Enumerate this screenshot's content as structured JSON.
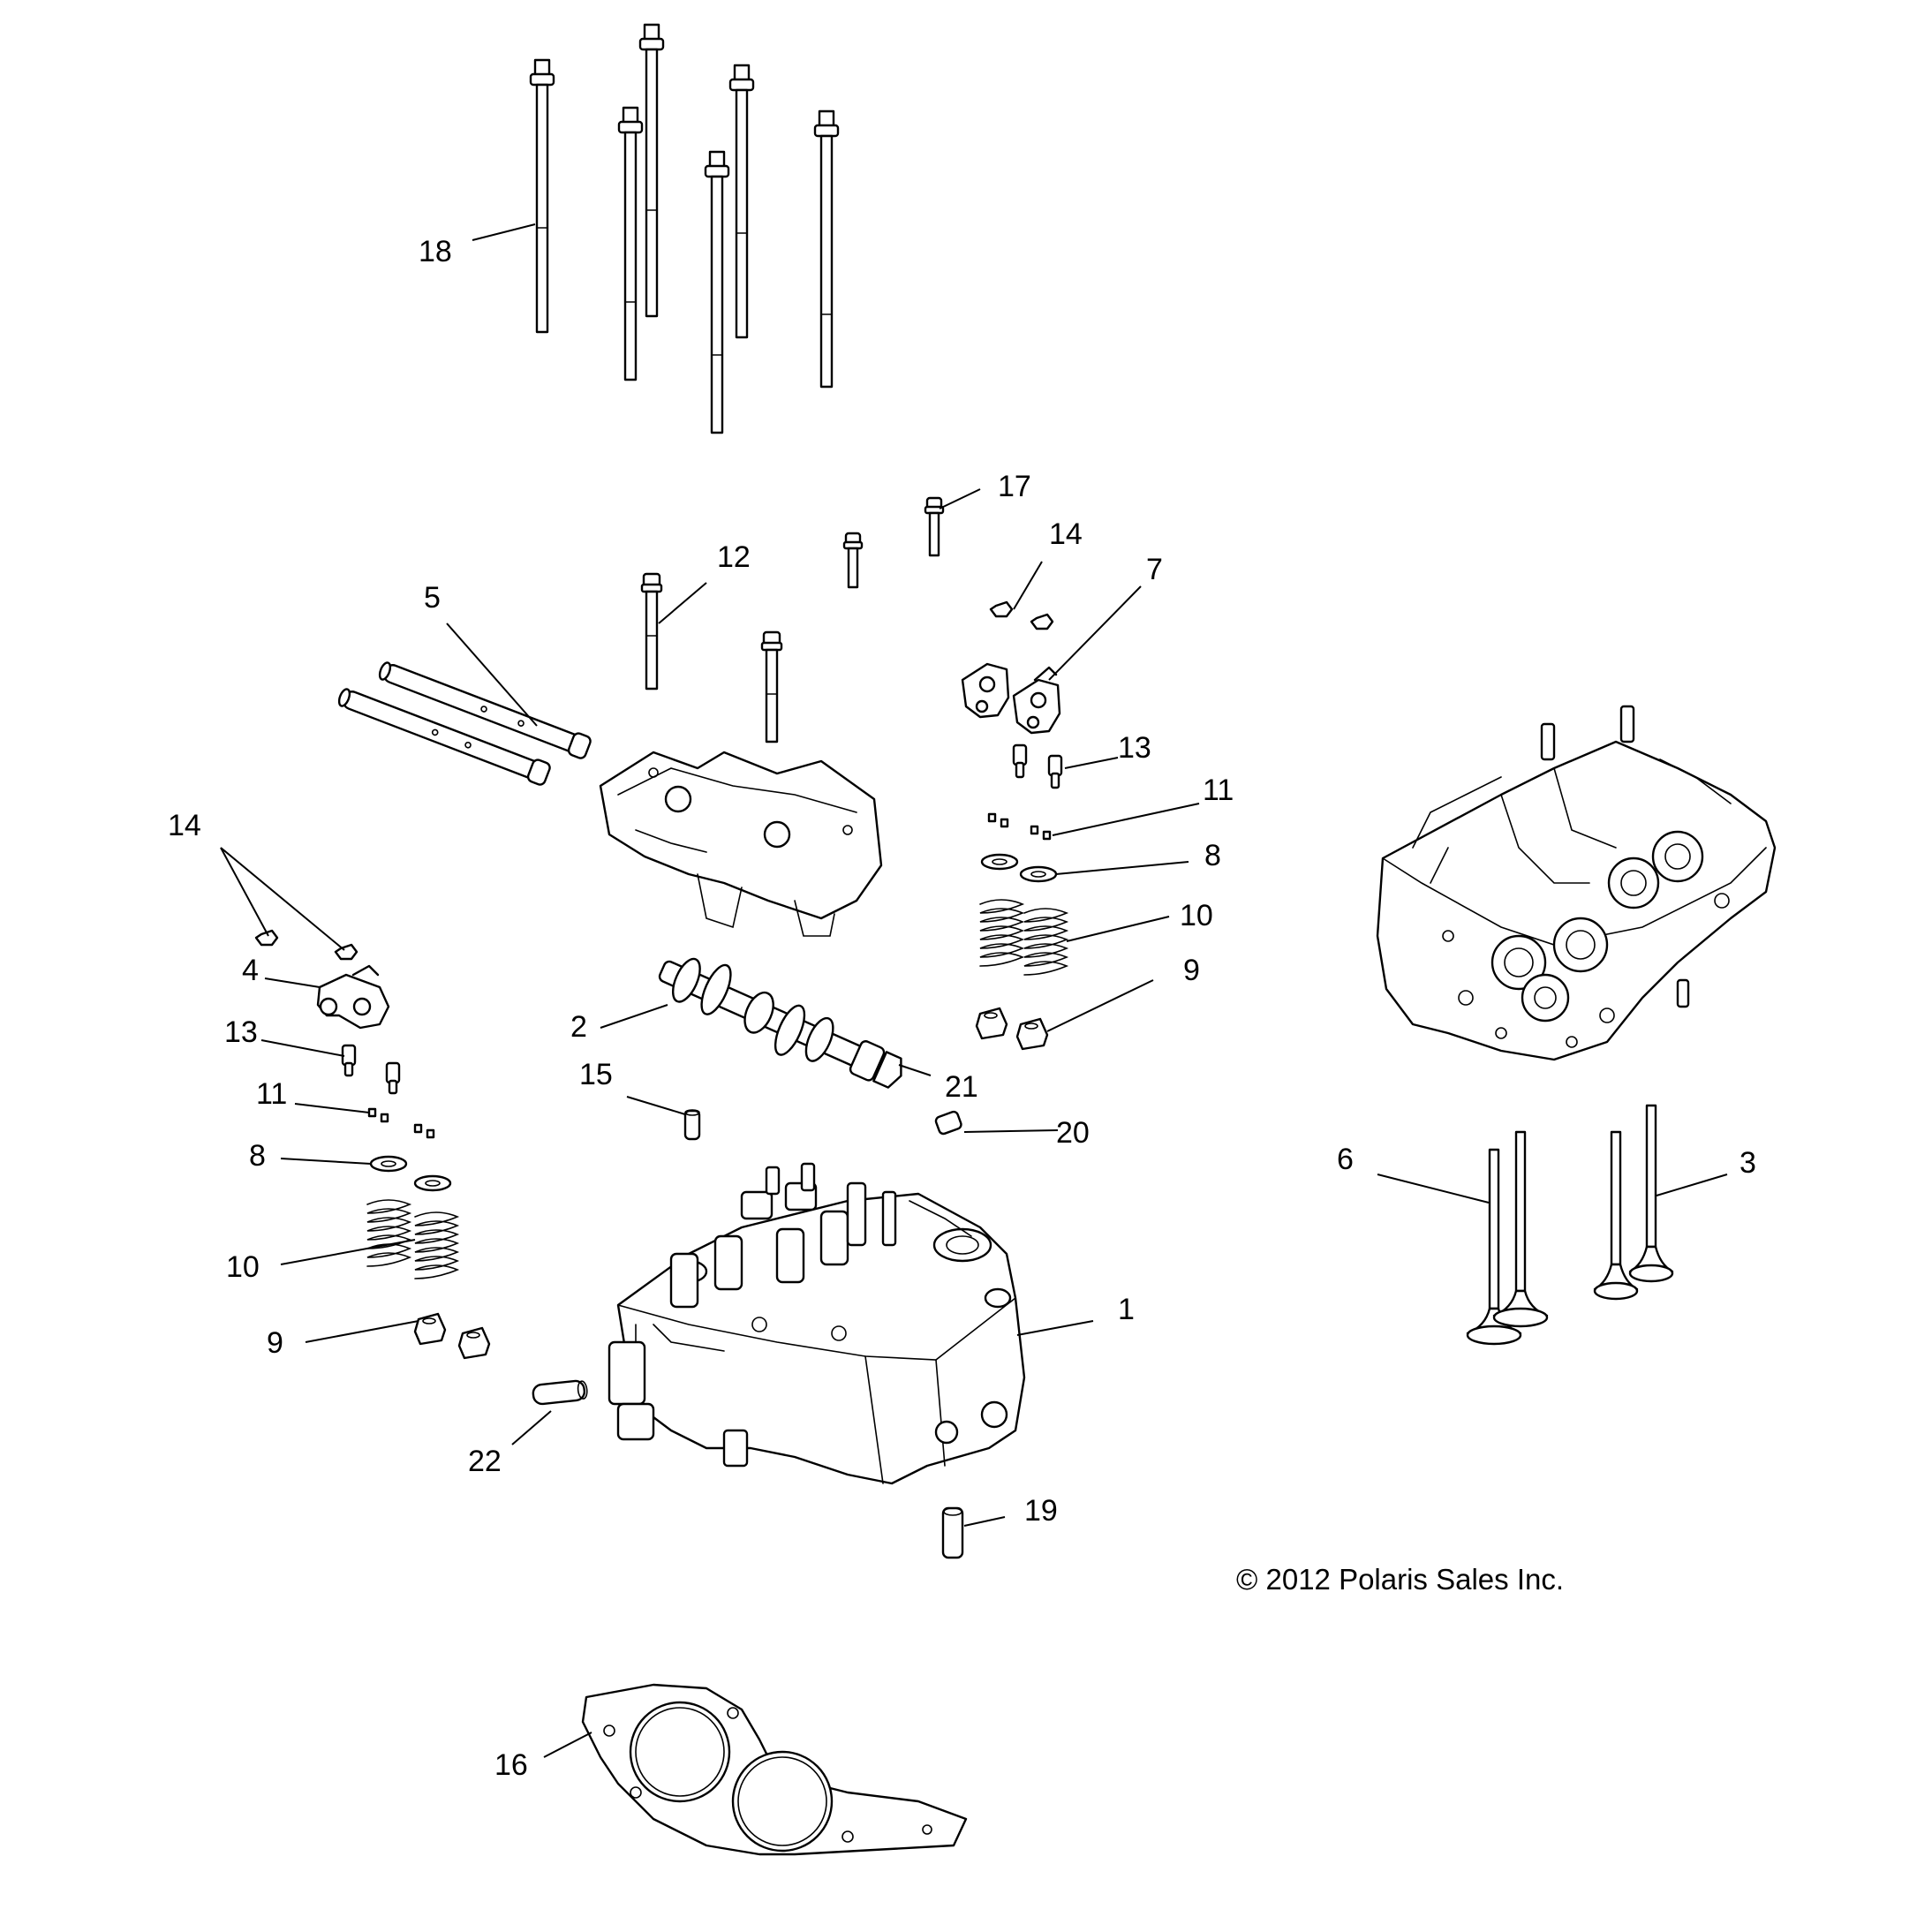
{
  "diagram": {
    "copyright": "© 2012 Polaris Sales Inc.",
    "callouts": {
      "c1": "1",
      "c2": "2",
      "c3": "3",
      "c4": "4",
      "c5": "5",
      "c6": "6",
      "c7": "7",
      "c8_left": "8",
      "c8_right": "8",
      "c9_left": "9",
      "c9_right": "9",
      "c10_left": "10",
      "c10_right": "10",
      "c11_left": "11",
      "c11_right": "11",
      "c12": "12",
      "c13_left": "13",
      "c13_right": "13",
      "c14_left": "14",
      "c14_right": "14",
      "c15": "15",
      "c16": "16",
      "c17": "17",
      "c18": "18",
      "c19": "19",
      "c20": "20",
      "c21": "21",
      "c22": "22"
    }
  }
}
